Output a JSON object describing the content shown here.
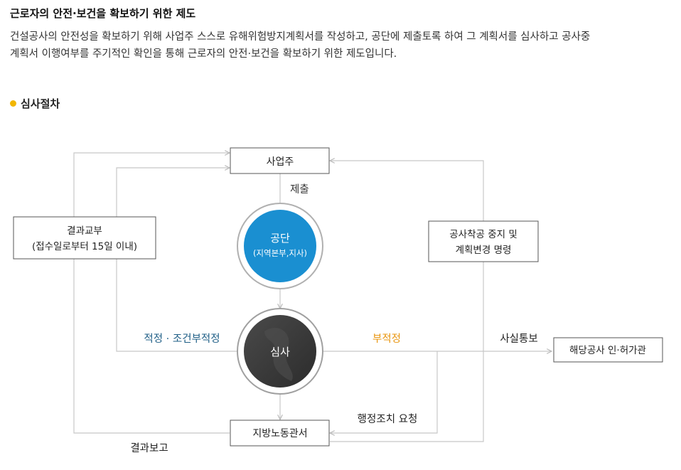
{
  "title": "근로자의 안전·보건을 확보하기 위한 제도",
  "description": {
    "line1": "건설공사의 안전성을 확보하기 위해 사업주 스스로 유해위험방지계획서를 작성하고, 공단에 제출토록 하여 그 계획서를 심사하고 공사중",
    "line2": "계획서 이행여부를 주기적인 확인을 통해 근로자의 안전·보건을 확보하기 위한 제도입니다."
  },
  "section_title": "심사절차",
  "diagram": {
    "employer": "사업주",
    "submit": "제출",
    "agency": "공단",
    "agency_sub": "(지역본부,지사)",
    "review": "심사",
    "result_notice_1": "결과교부",
    "result_notice_2": "(접수일로부터 15일 이내)",
    "stop_order_1": "공사착공 중지 및",
    "stop_order_2": "계획변경 명령",
    "suitable": "적정 · 조건부적정",
    "unsuitable": "부적정",
    "fact_notice": "사실통보",
    "permit_office": "해당공사 인·허가관",
    "admin_request": "행정조치 요청",
    "labor_office": "지방노동관서",
    "result_report": "결과보고"
  },
  "colors": {
    "agency_blue": "#1a8fd1",
    "review_dark": "#3a3a3a",
    "suitable_text": "#1e5e86",
    "unsuitable_text": "#e8950e",
    "bullet": "#f2b600",
    "line": "#c8c8c8"
  }
}
